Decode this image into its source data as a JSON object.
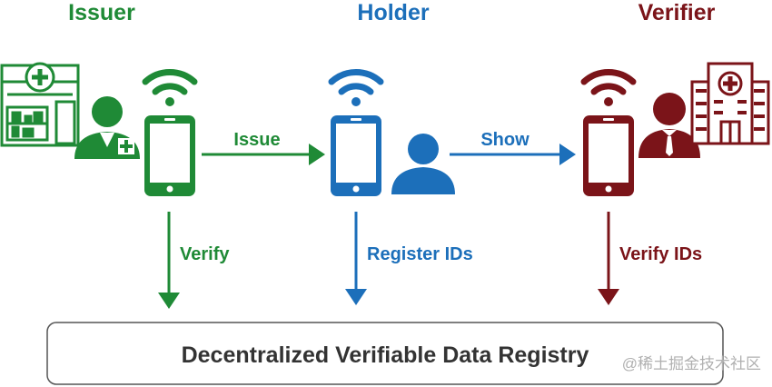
{
  "colors": {
    "issuer": "#1f8a36",
    "holder": "#1c6fba",
    "verifier": "#7b1419",
    "registry_text": "#333333"
  },
  "roles": {
    "issuer": "Issuer",
    "holder": "Holder",
    "verifier": "Verifier"
  },
  "arrows": {
    "issue": "Issue",
    "show": "Show",
    "verify": "Verify",
    "register_ids": "Register IDs",
    "verify_ids": "Verify IDs"
  },
  "registry": {
    "label": "Decentralized Verifiable Data Registry"
  },
  "watermark": "@稀土掘金技术社区",
  "icons": {
    "issuer_building": "pharmacy-store-icon",
    "issuer_person": "pharmacist-icon",
    "holder_person": "user-icon",
    "verifier_person": "businessman-icon",
    "verifier_building": "hospital-icon",
    "phone": "smartphone-icon",
    "signal": "wifi-icon"
  }
}
